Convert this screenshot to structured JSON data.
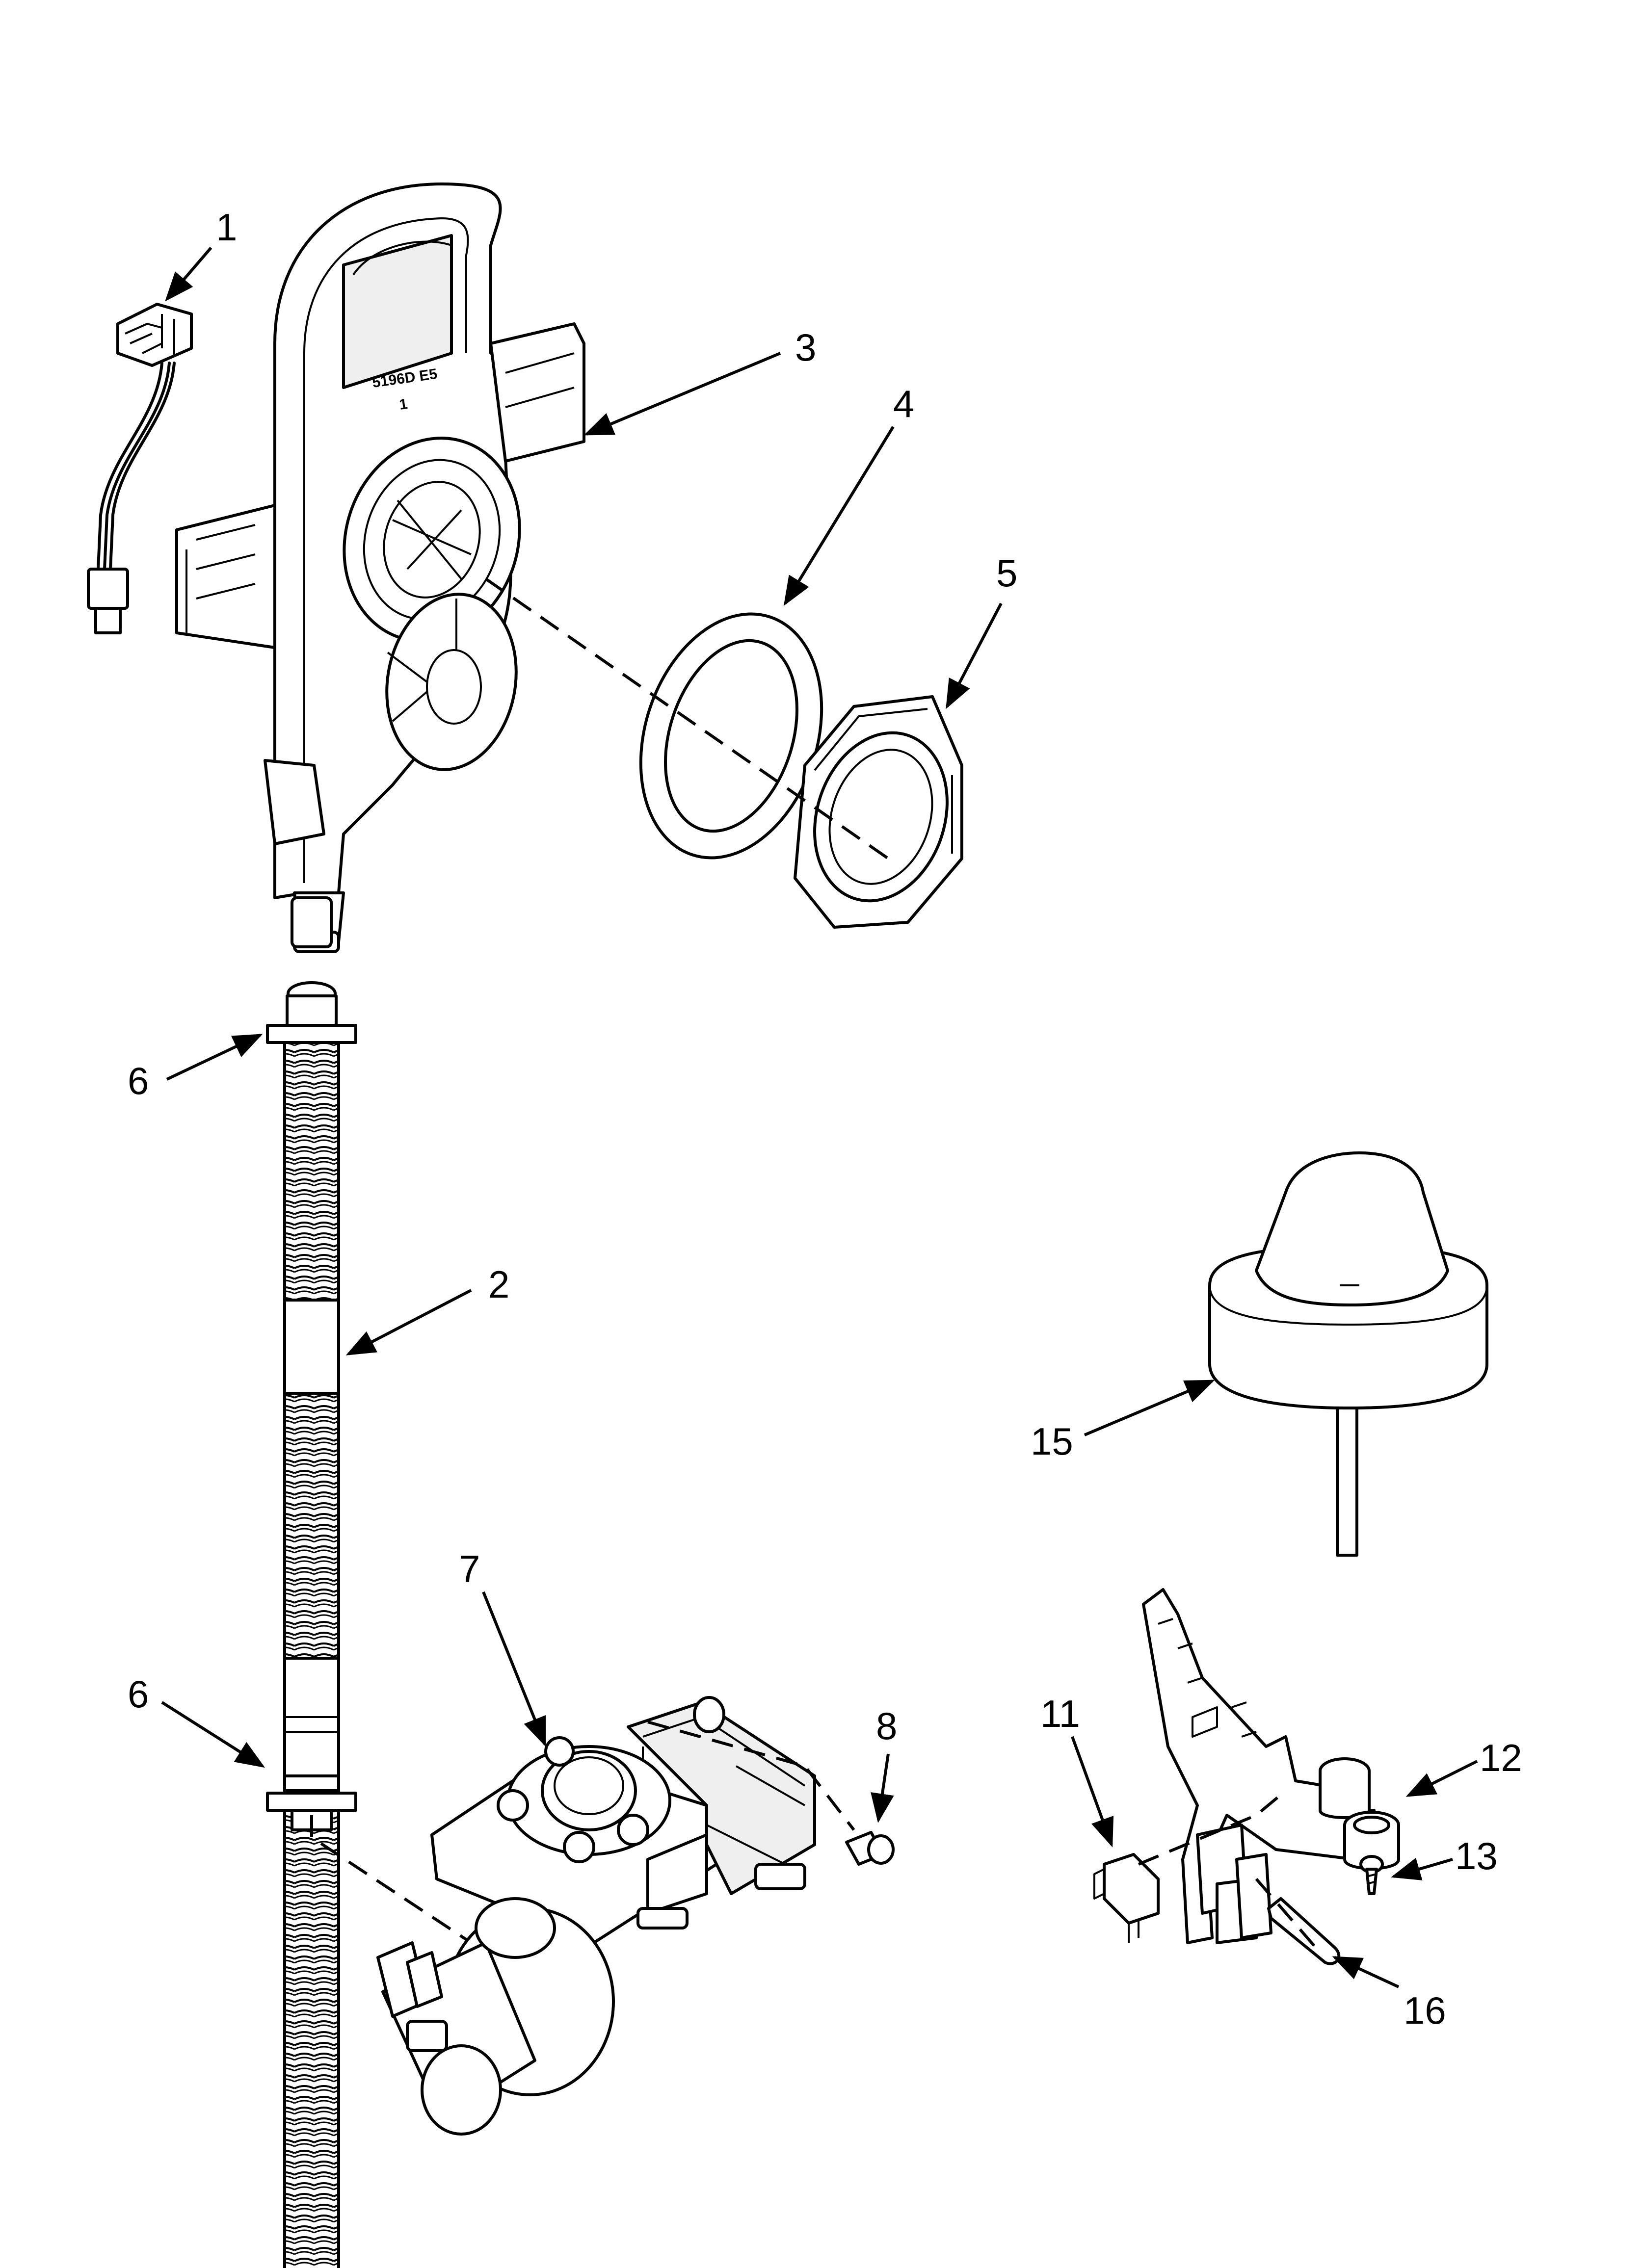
{
  "diagram": {
    "part_stamp": {
      "line1": "5196D E5",
      "line2": "1"
    },
    "callouts": [
      {
        "id": "c1",
        "label": "1"
      },
      {
        "id": "c2",
        "label": "2"
      },
      {
        "id": "c3",
        "label": "3"
      },
      {
        "id": "c4",
        "label": "4"
      },
      {
        "id": "c5",
        "label": "5"
      },
      {
        "id": "c6a",
        "label": "6"
      },
      {
        "id": "c6b",
        "label": "6"
      },
      {
        "id": "c7",
        "label": "7"
      },
      {
        "id": "c8",
        "label": "8"
      },
      {
        "id": "c11",
        "label": "11"
      },
      {
        "id": "c12",
        "label": "12"
      },
      {
        "id": "c13",
        "label": "13"
      },
      {
        "id": "c15",
        "label": "15"
      },
      {
        "id": "c16",
        "label": "16"
      }
    ]
  }
}
